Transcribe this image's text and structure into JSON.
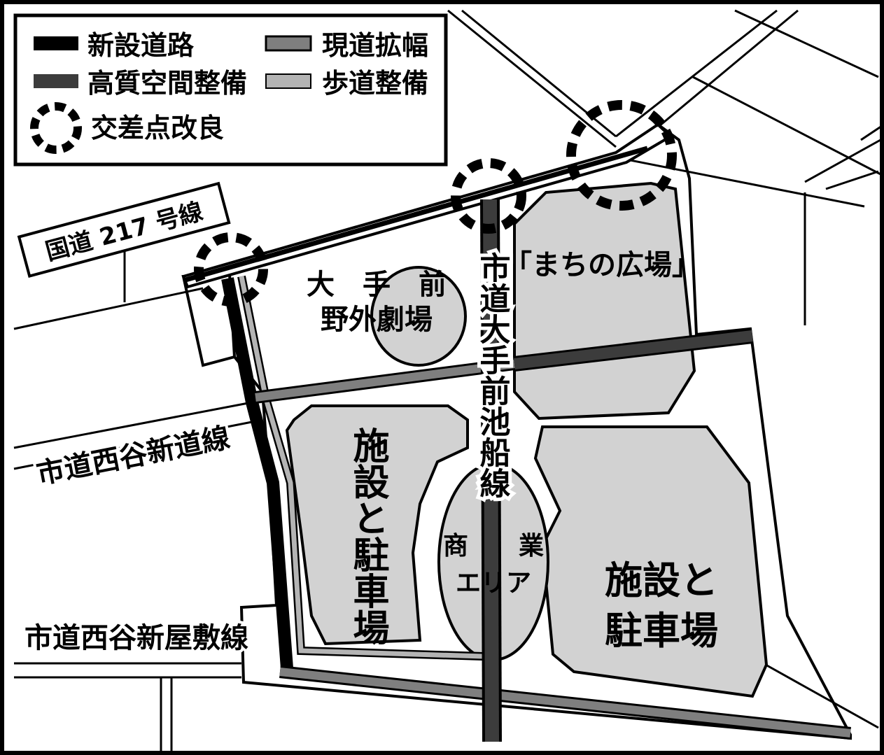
{
  "legend": {
    "items": [
      {
        "label": "新設道路",
        "kind": "line",
        "color": "#000000"
      },
      {
        "label": "現道拡幅",
        "kind": "line",
        "color": "#7f7f7f"
      },
      {
        "label": "高質空間整備",
        "kind": "line",
        "color": "#3c3c3c"
      },
      {
        "label": "歩道整備",
        "kind": "line",
        "color": "#b4b4b4"
      },
      {
        "label": "交差点改良",
        "kind": "dashed-circle",
        "color": "#000000"
      }
    ]
  },
  "roads": {
    "kokudo": "国道 217 号線",
    "nishitani_shindo": "市道西谷新道線",
    "nishitani_yashiki": "市道西谷新屋敷線",
    "otemae_ikefune": "市道大手前池船線"
  },
  "areas": {
    "theater_line1": "大　手　前",
    "theater_line2": "野外劇場",
    "plaza": "「まちの広場」",
    "facility_left": "施設と駐車場",
    "commerce_line1": "商　　業",
    "commerce_line2": "エリア",
    "facility_right_line1": "施設と",
    "facility_right_line2": "駐車場"
  },
  "colors": {
    "area_fill": "#d2d2d2",
    "new_road": "#000000",
    "widening": "#7f7f7f",
    "quality_space": "#3c3c3c",
    "sidewalk": "#b4b4b4",
    "outline": "#000000"
  }
}
